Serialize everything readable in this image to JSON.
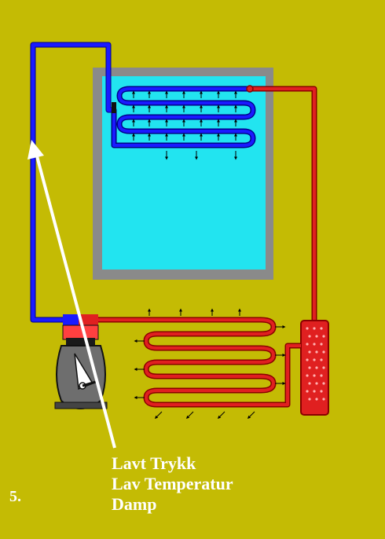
{
  "step_number": "5.",
  "caption": {
    "line1": "Lavt Trykk",
    "line2": "Lav Temperatur",
    "line3": "Damp"
  },
  "colors": {
    "background": "#c4bb04",
    "low_pressure_line": "#1a1aff",
    "high_pressure_line": "#e02020",
    "freezer_compartment": "#22e4f0",
    "freezer_wall": "#8a8a8a",
    "compressor": "#6e6e6e"
  },
  "icons": {
    "pointer": "white-arrow-icon",
    "compressor": "compressor-icon",
    "heat_flow": "small-arrow-icon"
  }
}
